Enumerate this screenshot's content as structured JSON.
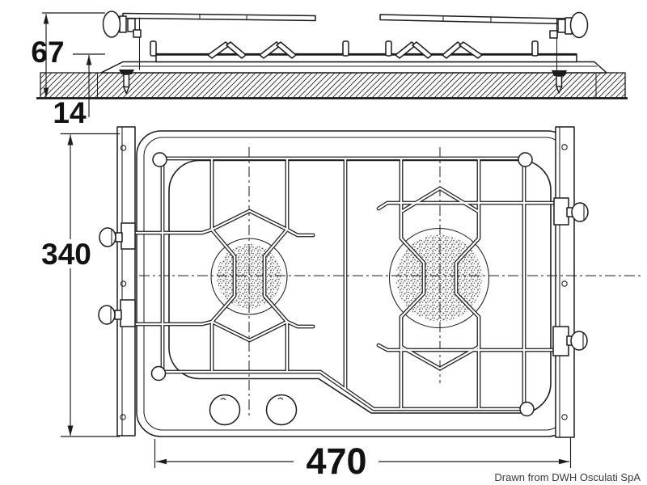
{
  "side_view": {
    "height_label": "67",
    "lip_label": "14"
  },
  "top_view": {
    "depth_label": "340",
    "width_label": "470"
  },
  "footer": {
    "attribution": "Drawn from DWH Osculati SpA"
  },
  "colors": {
    "line": "#1c1c1c",
    "background": "#ffffff",
    "burner_stipple": "#555555"
  }
}
